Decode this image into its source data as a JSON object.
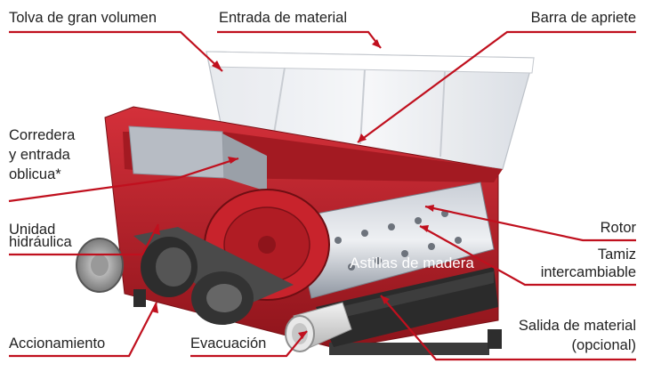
{
  "labels": {
    "hopper": "Tolva de gran volumen",
    "material_inlet": "Entrada de material",
    "clamping_bar": "Barra de apriete",
    "slide_line1": "Corredera",
    "slide_line2": "y entrada",
    "slide_line3": "oblicua*",
    "hydraulic_line1": "Unidad",
    "hydraulic_line2": "hidráulica",
    "rotor": "Rotor",
    "screen_line1": "Tamiz",
    "screen_line2": "intercambiable",
    "wood_chips": "Astillas de madera",
    "drive": "Accionamiento",
    "evacuation": "Evacuación",
    "outlet_line1": "Salida de material",
    "outlet_line2": "(opcional)"
  },
  "colors": {
    "leader_line": "#c0101e",
    "machine_red": "#c8232c",
    "text": "#222222"
  }
}
